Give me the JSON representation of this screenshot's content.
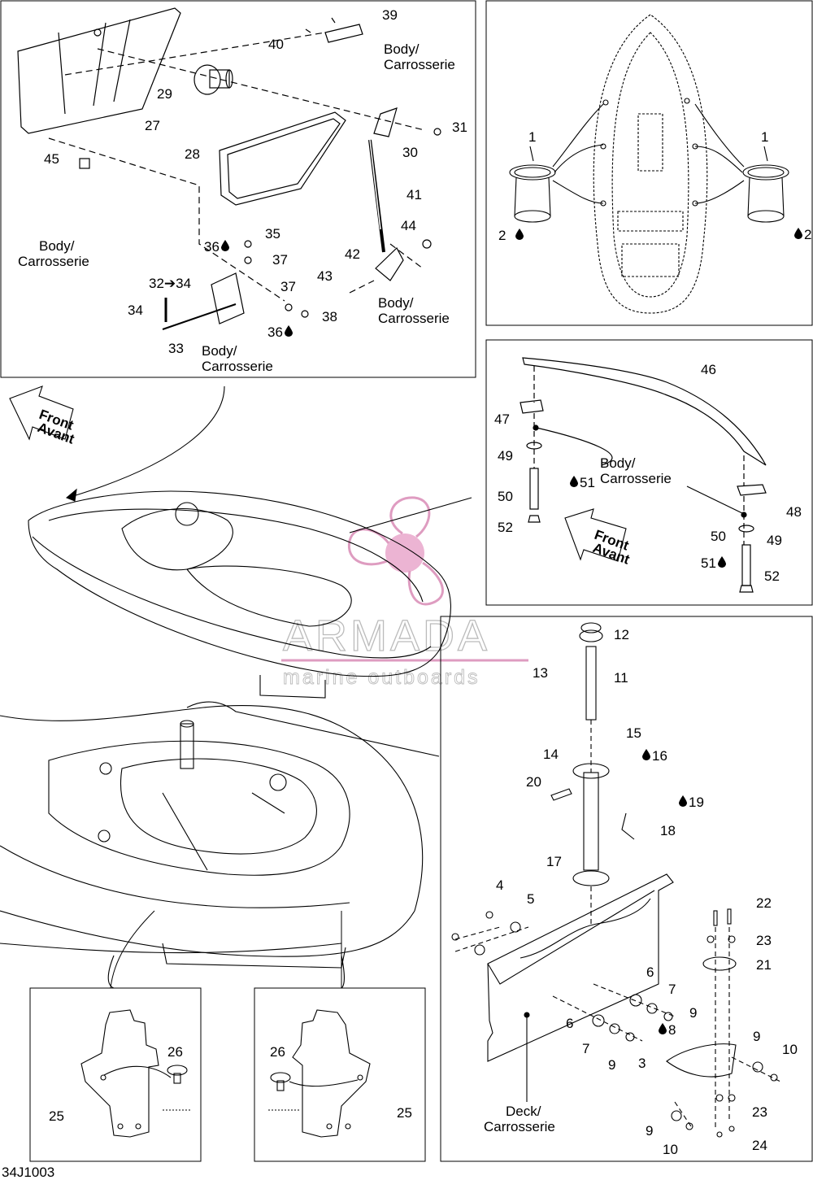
{
  "watermark": {
    "brand": "ARMADA",
    "tagline": "marine outboards",
    "color": "#d98bb6"
  },
  "footer_code": "34J1003",
  "body_label": [
    "Body/",
    "Carrosserie"
  ],
  "deck_label": [
    "Deck/",
    "Carrosserie"
  ],
  "front_label": [
    "Front",
    "Avant"
  ],
  "part_numbers": {
    "p1": "1",
    "p2": "2",
    "p3": "3",
    "p4": "4",
    "p5": "5",
    "p6": "6",
    "p7": "7",
    "p8": "8",
    "p9": "9",
    "p10": "10",
    "p11": "11",
    "p12": "12",
    "p13": "13",
    "p14": "14",
    "p15": "15",
    "p16": "16",
    "p17": "17",
    "p18": "18",
    "p19": "19",
    "p20": "20",
    "p21": "21",
    "p22": "22",
    "p23": "23",
    "p24": "24",
    "p25": "25",
    "p26": "26",
    "p27": "27",
    "p28": "28",
    "p29": "29",
    "p30": "30",
    "p31": "31",
    "p32_34": "32➔34",
    "p33": "33",
    "p34": "34",
    "p35": "35",
    "p36": "36",
    "p37": "37",
    "p38": "38",
    "p39": "39",
    "p40": "40",
    "p41": "41",
    "p42": "42",
    "p43": "43",
    "p44": "44",
    "p45": "45",
    "p46": "46",
    "p47": "47",
    "p48": "48",
    "p49": "49",
    "p50": "50",
    "p51": "51",
    "p52": "52"
  },
  "icons": {
    "drop": "sealant-drop-icon",
    "arrow": "front-direction-arrow-icon"
  }
}
